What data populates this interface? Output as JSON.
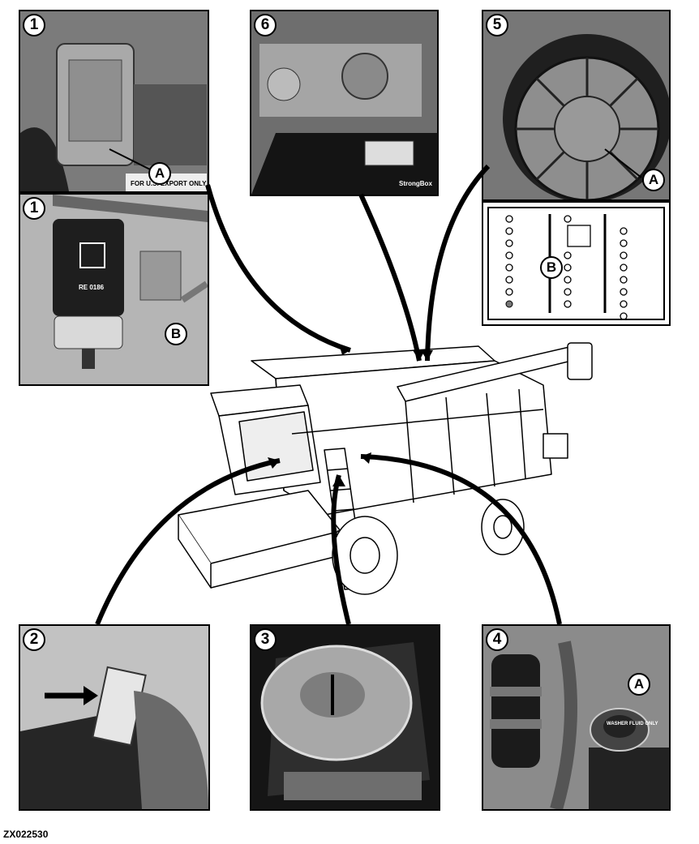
{
  "panels": {
    "p1_top": {
      "number": "1",
      "callout": "A",
      "plate_text": "FOR U.S. EXPORT ONLY"
    },
    "p1_filter": {
      "number": "1",
      "callout": "B",
      "part_number": "RE 0186"
    },
    "p6": {
      "number": "6",
      "battery_label": "StrongBox"
    },
    "p5": {
      "number": "5",
      "callout": "A"
    },
    "p5_indicator": {
      "callout": "B"
    },
    "p2": {
      "number": "2"
    },
    "p3": {
      "number": "3"
    },
    "p4": {
      "number": "4",
      "callout": "A",
      "cap_text": "WASHER FLUID ONLY"
    }
  },
  "caption": "ZX022530",
  "colors": {
    "line": "#000000",
    "background": "#ffffff",
    "photo_dark": "#3a3a3a",
    "photo_mid": "#8a8a8a",
    "photo_light": "#cfcfcf"
  }
}
